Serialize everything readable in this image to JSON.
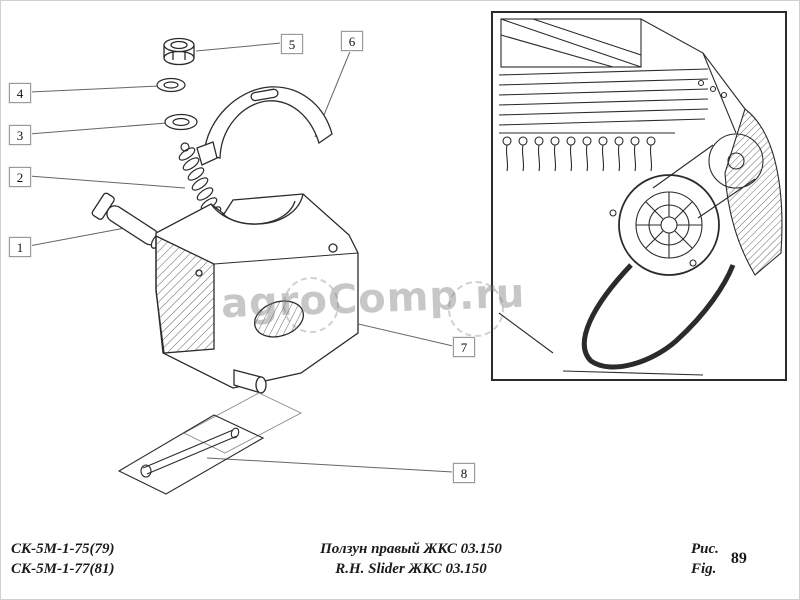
{
  "watermark": {
    "text": "agroComp.ru"
  },
  "callouts": [
    {
      "label": "1"
    },
    {
      "label": "2"
    },
    {
      "label": "3"
    },
    {
      "label": "4"
    },
    {
      "label": "5"
    },
    {
      "label": "6"
    },
    {
      "label": "7"
    },
    {
      "label": "8"
    }
  ],
  "footer": {
    "model_code_1": "СК-5М-1-75(79)",
    "model_code_2": "СК-5М-1-77(81)",
    "title_ru": "Ползун правый ЖКС 03.150",
    "title_en": "R.H. Slider ЖКС 03.150",
    "figure_label_ru": "Рис.",
    "figure_label_en": "Fig.",
    "figure_number": "89"
  }
}
